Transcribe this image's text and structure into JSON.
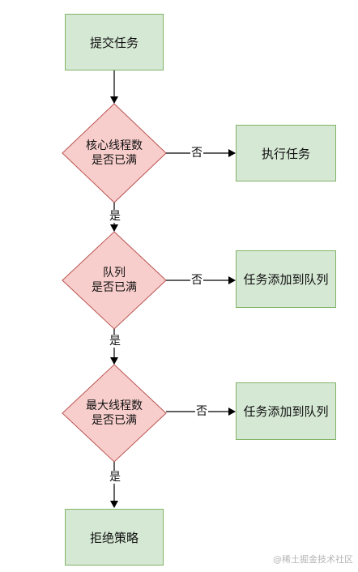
{
  "nodes": {
    "submit": "提交任务",
    "core_check": [
      "核心线程数",
      "是否已满"
    ],
    "execute": "执行任务",
    "queue_check": [
      "队列",
      "是否已满"
    ],
    "add_queue_1": "任务添加到队列",
    "max_check": [
      "最大线程数",
      "是否已满"
    ],
    "add_queue_2": "任务添加到队列",
    "reject": "拒绝策略"
  },
  "edges": {
    "yes": "是",
    "no": "否"
  },
  "watermark": "@稀土掘金技术社区",
  "colors": {
    "process_fill": "#d5e8d4",
    "process_stroke": "#82b366",
    "decision_fill": "#f8cecc",
    "decision_stroke": "#b85450"
  }
}
